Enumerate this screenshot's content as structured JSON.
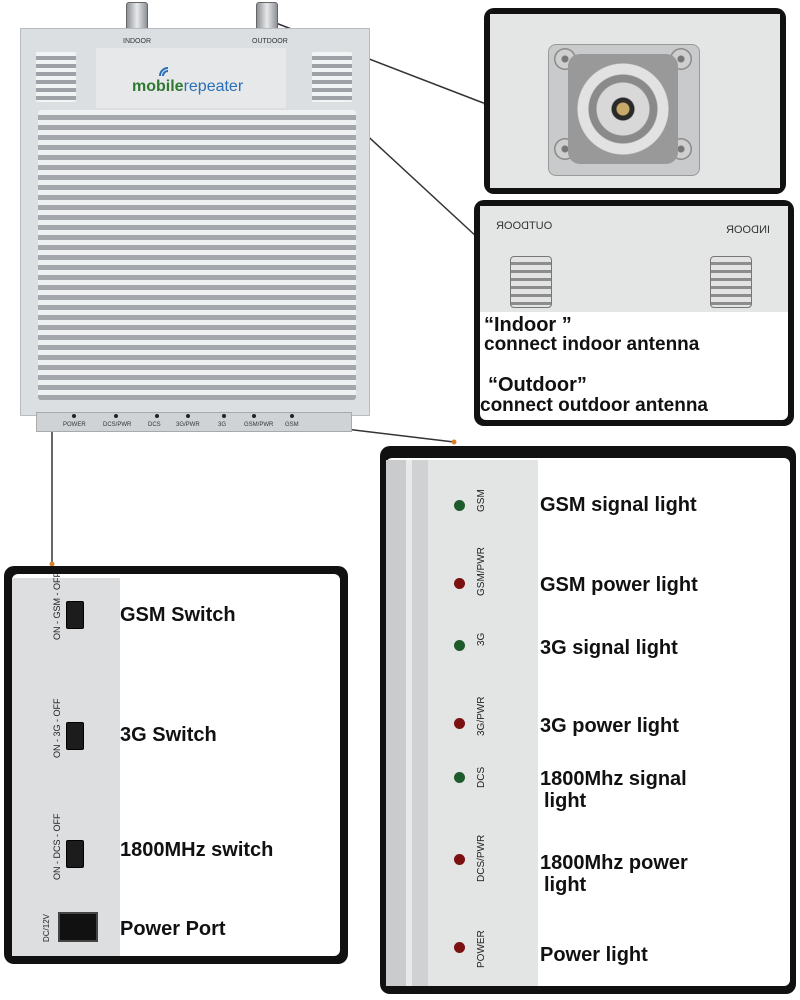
{
  "device": {
    "brand_mobile": "mobile",
    "brand_repeater": "repeater",
    "ports": {
      "indoor": "INDOOR",
      "outdoor": "OUTDOOR"
    },
    "indicators": [
      "POWER",
      "DCS/PWR",
      "DCS",
      "3G/PWR",
      "3G",
      "GSM/PWR",
      "GSM"
    ]
  },
  "antenna_callout": {
    "outdoor_mirrored": "OUTDOOR",
    "indoor_mirrored": "INDOOR",
    "indoor_title": "“Indoor ”",
    "indoor_desc": "connect indoor antenna",
    "outdoor_title": "“Outdoor”",
    "outdoor_desc": "connect outdoor antenna"
  },
  "switch_callout": {
    "side_labels": [
      "ON - GSM - OFF",
      "ON - 3G - OFF",
      "ON - DCS - OFF",
      "DC/12V"
    ],
    "labels": [
      "GSM Switch",
      "3G Switch",
      "1800MHz switch",
      "Power Port"
    ]
  },
  "light_callout": {
    "strip_labels": [
      "GSM",
      "GSM/PWR",
      "3G",
      "3G/PWR",
      "DCS",
      "DCS/PWR",
      "POWER"
    ],
    "labels": {
      "gsm_signal": "GSM signal light",
      "gsm_power": "GSM power light",
      "g3_signal": "3G signal light",
      "g3_power": "3G power light",
      "dcs_signal_1": "1800Mhz signal",
      "dcs_signal_2": "light",
      "dcs_power_1": "1800Mhz power",
      "dcs_power_2": "light",
      "power": "Power light"
    }
  },
  "colors": {
    "signal_led": "#1d5c2a",
    "power_led": "#7a1010",
    "panel_border": "#111111",
    "leader_line": "#333333"
  }
}
